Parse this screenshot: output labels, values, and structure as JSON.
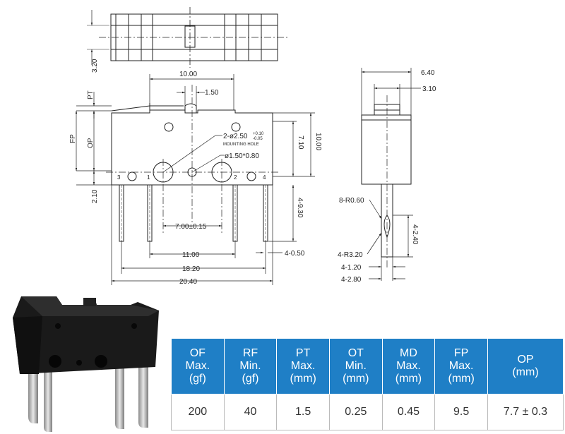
{
  "drawing": {
    "top_view": {
      "height_dim": "3.20"
    },
    "front_view": {
      "lever_width": "10.00",
      "plunger_dim": "1.50",
      "pt_label": "PT",
      "fp_label": "FP",
      "op_label": "OP",
      "mounting_hole_main": "2-ø2.50",
      "mounting_hole_tol_upper": "+0.10",
      "mounting_hole_tol_lower": "-0.05",
      "mounting_hole_label": "MOUNTING HOLE",
      "slot_dim": "ø1.50*0.80",
      "terminal_1": "1",
      "terminal_2": "2",
      "terminal_3": "3",
      "terminal_4": "4",
      "body_height_inner": "7.10",
      "body_height_outer": "10.00",
      "bottom_offset": "2.10",
      "pin_length": "4-9.30",
      "pin_pitch_inner": "7.00±0.15",
      "pin_span_middle": "11.00",
      "pin_span_outer": "18.20",
      "body_length": "20.40",
      "pin_width": "4-0.50"
    },
    "side_view": {
      "body_width": "6.40",
      "plunger_width": "3.10",
      "radius_small": "8-R0.60",
      "radius_large": "4-R3.20",
      "pin_offset": "4-2.40",
      "pin_dim_a": "4-1.20",
      "pin_dim_b": "4-2.80"
    }
  },
  "spec_table": {
    "headers": [
      [
        "OF",
        "Max.",
        "(gf)"
      ],
      [
        "RF",
        "Min.",
        "(gf)"
      ],
      [
        "PT",
        "Max.",
        "(mm)"
      ],
      [
        "OT",
        "Min.",
        "(mm)"
      ],
      [
        "MD",
        "Max.",
        "(mm)"
      ],
      [
        "FP",
        "Max.",
        "(mm)"
      ],
      [
        "OP",
        "(mm)"
      ]
    ],
    "values": [
      "200",
      "40",
      "1.5",
      "0.25",
      "0.45",
      "9.5",
      "7.7 ± 0.3"
    ]
  },
  "colors": {
    "table_header_bg": "#1f7fc6",
    "table_header_text": "#ffffff",
    "body_color": "#1a1a1a"
  }
}
